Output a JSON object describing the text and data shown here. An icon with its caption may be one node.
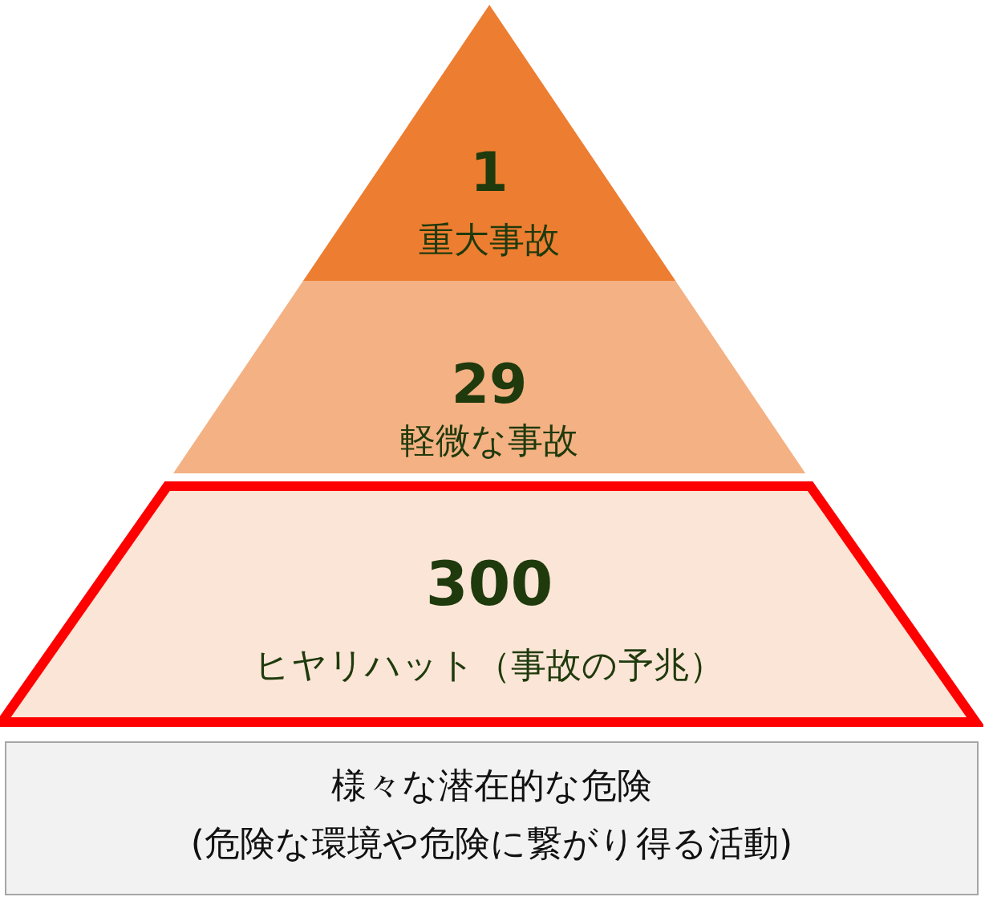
{
  "diagram": {
    "nodes": [
      {
        "text": [
          "1",
          "重大事故"
        ]
      },
      {
        "text": [
          "29",
          "軽微な事故"
        ]
      },
      {
        "text": [
          "300",
          "ヒヤリハット（事故の予兆）"
        ]
      },
      {
        "text": [
          "様々な潜在的な危険",
          "(危険な環境や危険に繋がり得る活動)"
        ]
      }
    ],
    "edges": []
  }
}
